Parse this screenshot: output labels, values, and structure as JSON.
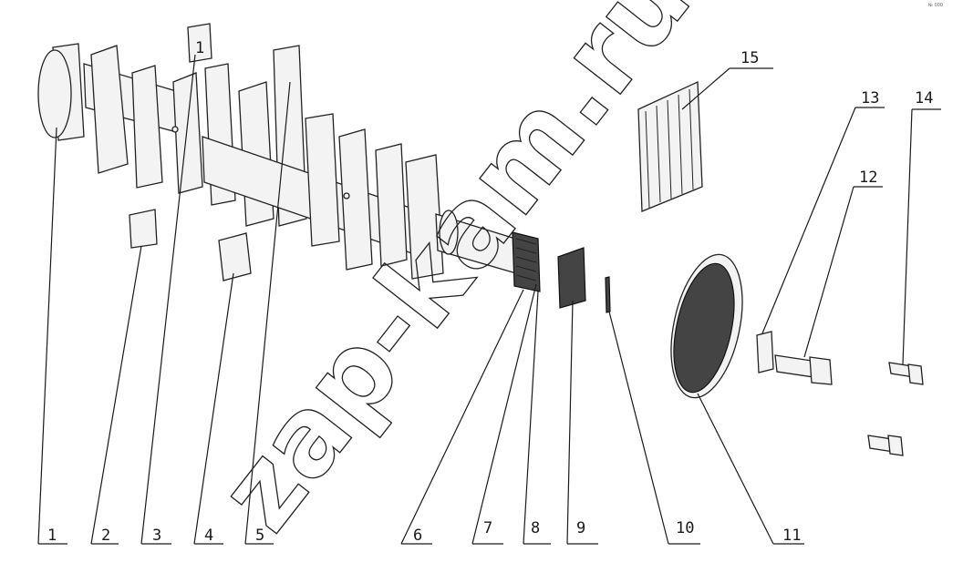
{
  "corner_mark": "№ 000",
  "watermark": "zap-kam.ru",
  "labels": {
    "l1": "1",
    "l2": "2",
    "l3": "3",
    "l4": "4",
    "l5": "5",
    "l6": "6",
    "l7": "7",
    "l8": "8",
    "l9": "9",
    "l10": "10",
    "l11": "11",
    "l12": "12",
    "l13": "13",
    "l14": "14",
    "l15": "15"
  },
  "top_labels": {
    "l1": "1"
  }
}
